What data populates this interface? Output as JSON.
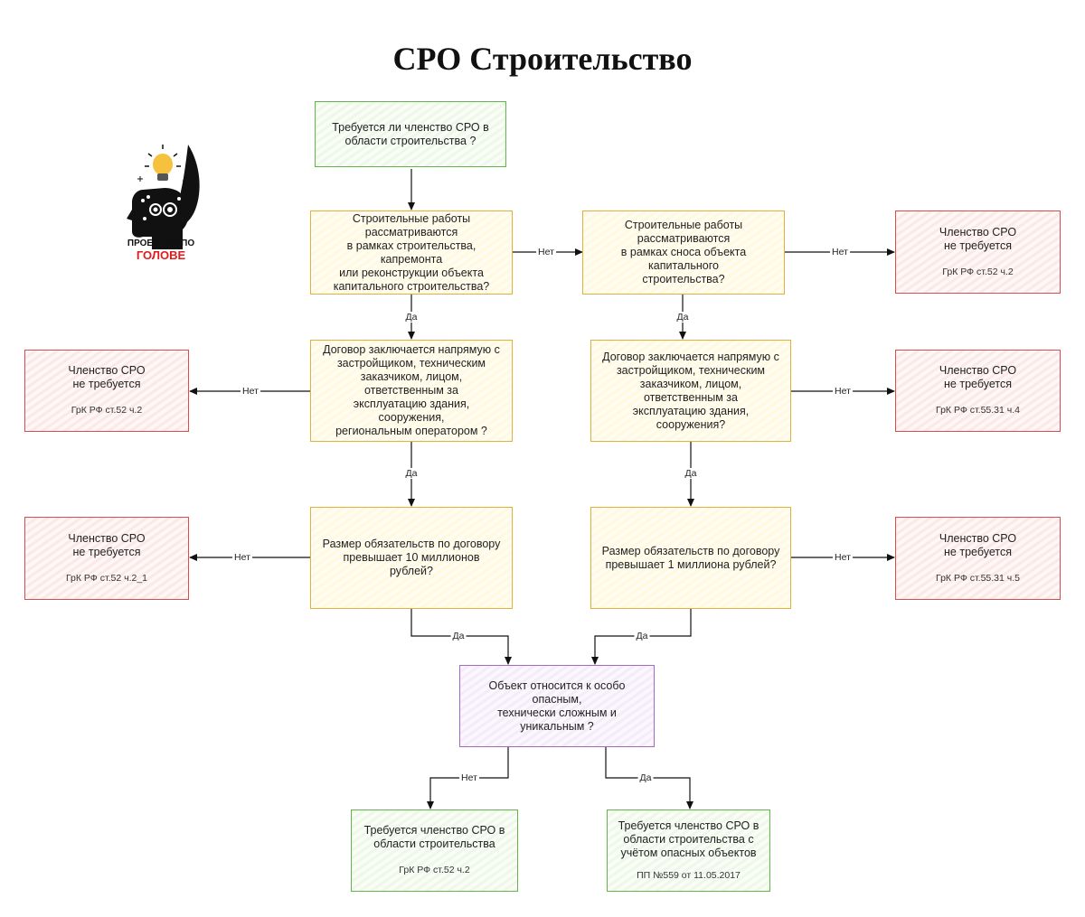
{
  "title": "СРО Строительство",
  "logo": {
    "line1": "ПРОЕКТОМ ПО",
    "line2": "ГОЛОВЕ"
  },
  "nodes": {
    "q_start": {
      "text": "Требуется ли членство СРО в\nобласти строительства ?"
    },
    "q_works": {
      "text": "Строительные работы\nрассматриваются\nв рамках строительства, капремонта\nили реконструкции объекта\nкапитального строительства?"
    },
    "q_demol": {
      "text": "Строительные работы\nрассматриваются\nв рамках сноса объекта капитального\nстроительства?"
    },
    "r_top": {
      "text": "Членство СРО\nне требуется",
      "ref": "ГрК РФ ст.52 ч.2"
    },
    "q_contract_l": {
      "text": "Договор заключается напрямую с\nзастройщиком, техническим\nзаказчиком, лицом, ответственным за\nэксплуатацию здания, сооружения,\nрегиональным оператором ?"
    },
    "q_contract_r": {
      "text": "Договор заключается напрямую с\nзастройщиком, техническим\nзаказчиком, лицом, ответственным за\nэксплуатацию здания, сооружения?"
    },
    "r_left1": {
      "text": "Членство СРО\nне требуется",
      "ref": "ГрК РФ ст.52 ч.2"
    },
    "r_right1": {
      "text": "Членство СРО\nне требуется",
      "ref": "ГрК РФ ст.55.31 ч.4"
    },
    "q_size_l": {
      "text": "Размер обязательств по договору\nпревышает 10 миллионов рублей?"
    },
    "q_size_r": {
      "text": "Размер обязательств по договору\nпревышает 1 миллиона рублей?"
    },
    "r_left2": {
      "text": "Членство СРО\nне требуется",
      "ref": "ГрК РФ ст.52 ч.2_1"
    },
    "r_right2": {
      "text": "Членство СРО\nне требуется",
      "ref": "ГрК РФ ст.55.31 ч.5"
    },
    "q_danger": {
      "text": "Объект относится к особо опасным,\nтехнически сложным и уникальным ?"
    },
    "res_regular": {
      "text": "Требуется членство СРО в\nобласти строительства",
      "ref": "ГрК РФ ст.52 ч.2"
    },
    "res_danger": {
      "text": "Требуется членство СРО в\nобласти строительства с\nучётом опасных объектов",
      "ref": "ПП №559 от 11.05.2017"
    }
  },
  "edge_labels": {
    "works_no": "Нет",
    "demol_no": "Нет",
    "works_yes": "Да",
    "demol_yes": "Да",
    "contract_l_no": "Нет",
    "contract_r_no": "Нет",
    "contract_l_yes": "Да",
    "contract_r_yes": "Да",
    "size_l_no": "Нет",
    "size_r_no": "Нет",
    "size_l_yes": "Да",
    "size_r_yes": "Да",
    "danger_no": "Нет",
    "danger_yes": "Да"
  },
  "colors": {
    "green": "#62b34a",
    "yellow": "#e0b23b",
    "red": "#d94d4d",
    "purple": "#a36bbd",
    "logo_red": "#e11b1b"
  }
}
